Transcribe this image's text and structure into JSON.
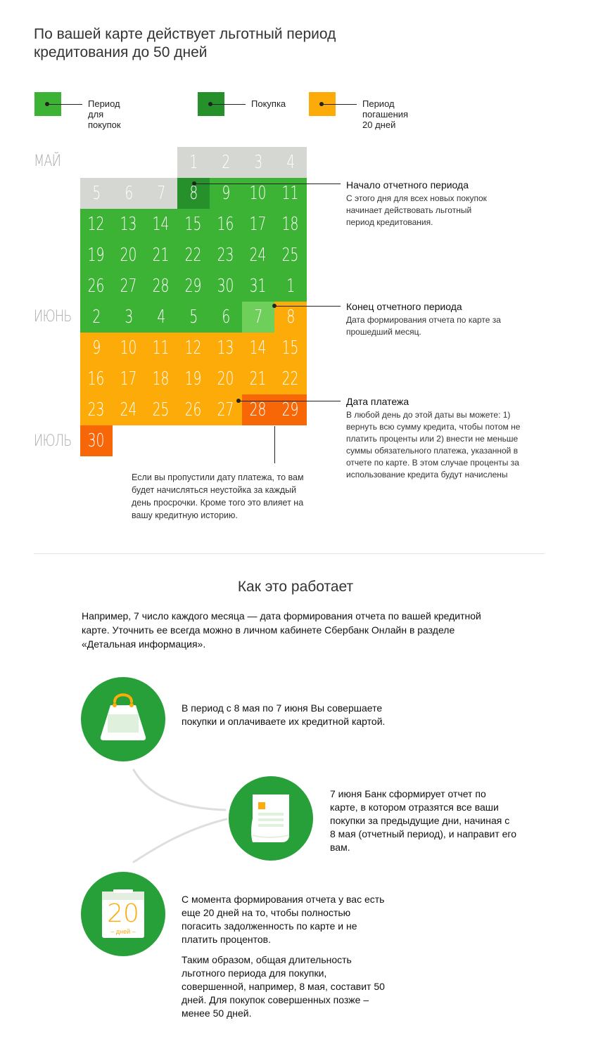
{
  "title": "По вашей карте действует льготный период кредитования до 50 дней",
  "legend": [
    {
      "label": "Период для покупок",
      "color": "#3db336"
    },
    {
      "label": "Покупка",
      "color": "#26902a"
    },
    {
      "label": "Период погашения 20 дней",
      "color": "#fdab08"
    }
  ],
  "months": {
    "may": "МАЙ",
    "june": "ИЮНЬ",
    "july": "ИЮЛЬ"
  },
  "calendar_rows": [
    [
      null,
      null,
      null,
      "1",
      "2",
      "3",
      "4"
    ],
    [
      "5",
      "6",
      "7",
      "8",
      "9",
      "10",
      "11"
    ],
    [
      "12",
      "13",
      "14",
      "15",
      "16",
      "17",
      "18"
    ],
    [
      "19",
      "20",
      "21",
      "22",
      "23",
      "24",
      "25"
    ],
    [
      "26",
      "27",
      "28",
      "29",
      "30",
      "31",
      "1"
    ],
    [
      "2",
      "3",
      "4",
      "5",
      "6",
      "7",
      "8"
    ],
    [
      "9",
      "10",
      "11",
      "12",
      "13",
      "14",
      "15"
    ],
    [
      "16",
      "17",
      "18",
      "19",
      "20",
      "21",
      "22"
    ],
    [
      "23",
      "24",
      "25",
      "26",
      "27",
      "28",
      "29"
    ],
    [
      "30",
      null,
      null,
      null,
      null,
      null,
      null
    ]
  ],
  "calendar_colors": [
    [
      null,
      null,
      null,
      "gray",
      "gray",
      "gray",
      "gray"
    ],
    [
      "gray",
      "gray",
      "gray",
      "dark",
      "green",
      "green",
      "green"
    ],
    [
      "green",
      "green",
      "green",
      "green",
      "green",
      "green",
      "green"
    ],
    [
      "green",
      "green",
      "green",
      "green",
      "green",
      "green",
      "green"
    ],
    [
      "green",
      "green",
      "green",
      "green",
      "green",
      "green",
      "green"
    ],
    [
      "green",
      "green",
      "green",
      "green",
      "green",
      "light",
      "orange"
    ],
    [
      "orange",
      "orange",
      "orange",
      "orange",
      "orange",
      "orange",
      "orange"
    ],
    [
      "orange",
      "orange",
      "orange",
      "orange",
      "orange",
      "orange",
      "orange"
    ],
    [
      "orange",
      "orange",
      "orange",
      "orange",
      "orange",
      "red",
      "red"
    ],
    [
      "red",
      null,
      null,
      null,
      null,
      null,
      null
    ]
  ],
  "annotations": {
    "start": {
      "title": "Начало отчетного периода",
      "text": "С этого дня для всех новых покупок начинает действовать льготный период кредитования."
    },
    "end": {
      "title": "Конец отчетного периода",
      "text": "Дата формирования отчета по карте за прошедший месяц."
    },
    "payment": {
      "title": "Дата платежа",
      "text": "В любой день до этой даты вы можете: 1) вернуть всю сумму кредита, чтобы потом не платить проценты или 2) внести не меньше суммы обязательного платежа, указанной в отчете по карте. В этом случае проценты за использование кредита будут начислены"
    },
    "missed": {
      "text": "Если вы пропустили дату платежа, то вам будет начисляться неустойка за каждый день просрочки. Кроме того это влияет на вашу кредитную историю."
    }
  },
  "how": {
    "title": "Как это работает",
    "intro": "Например, 7 число каждого месяца — дата формирования отчета по вашей кредитной карте. Уточнить ее всегда можно в личном кабинете Сбербанк Онлайн в разделе «Детальная информация».",
    "steps": [
      {
        "icon": "shopping-bag-icon",
        "text": "В период с 8 мая по 7 июня Вы совершаете покупки и оплачиваете их кредитной картой."
      },
      {
        "icon": "report-document-icon",
        "text": "7 июня Банк сформирует отчет по карте, в котором отразятся все ваши покупки за предыдущие дни, начиная с 8 мая (отчетный период), и направит его вам."
      },
      {
        "icon": "calendar-icon",
        "text": "С момента формирования отчета у вас есть еще 20 дней на то, чтобы полностью погасить задолженность по карте и не платить процентов.",
        "text2": "Таким образом, общая длительность льготного периода для покупки, совершенной, например, 8 мая, составит 50 дней. Для покупок совершенных позже – менее 50 дней."
      }
    ],
    "calendar_icon": {
      "number": "20",
      "label": "– дней –"
    }
  }
}
